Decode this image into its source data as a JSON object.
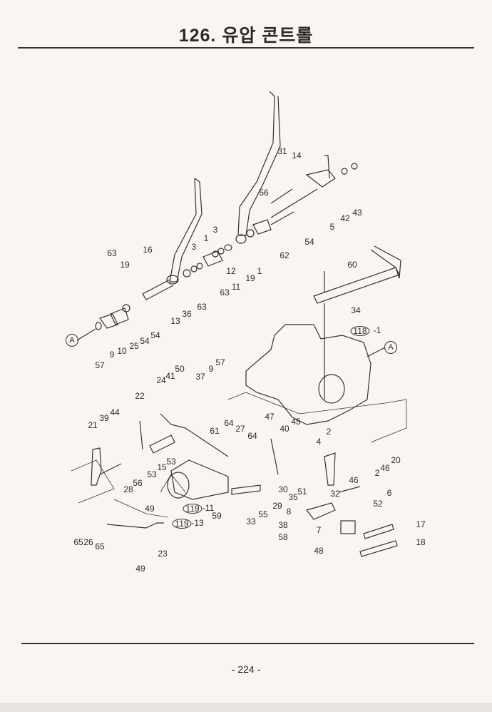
{
  "header": {
    "title": "126. 유압 콘트롤"
  },
  "footer": {
    "page": "- 224 -"
  },
  "diagram": {
    "callouts": [
      "A",
      "A"
    ],
    "labels": [
      "31",
      "14",
      "56",
      "5",
      "42",
      "43",
      "54",
      "62",
      "1",
      "19",
      "11",
      "12",
      "3",
      "1",
      "3",
      "63",
      "63",
      "36",
      "13",
      "16",
      "63",
      "19",
      "54",
      "54",
      "25",
      "10",
      "9",
      "57",
      "60",
      "34",
      "118",
      "-1",
      "50",
      "41",
      "24",
      "9",
      "57",
      "37",
      "22",
      "39",
      "44",
      "21",
      "61",
      "64",
      "27",
      "64",
      "47",
      "40",
      "45",
      "2",
      "4",
      "2",
      "46",
      "20",
      "46",
      "6",
      "32",
      "52",
      "8",
      "38",
      "7",
      "58",
      "17",
      "18",
      "48",
      "53",
      "53",
      "15",
      "28",
      "56",
      "30",
      "35",
      "51",
      "29",
      "119",
      "-11",
      "59",
      "33",
      "55",
      "49",
      "119",
      "-13",
      "65",
      "26",
      "65",
      "23",
      "49"
    ]
  }
}
